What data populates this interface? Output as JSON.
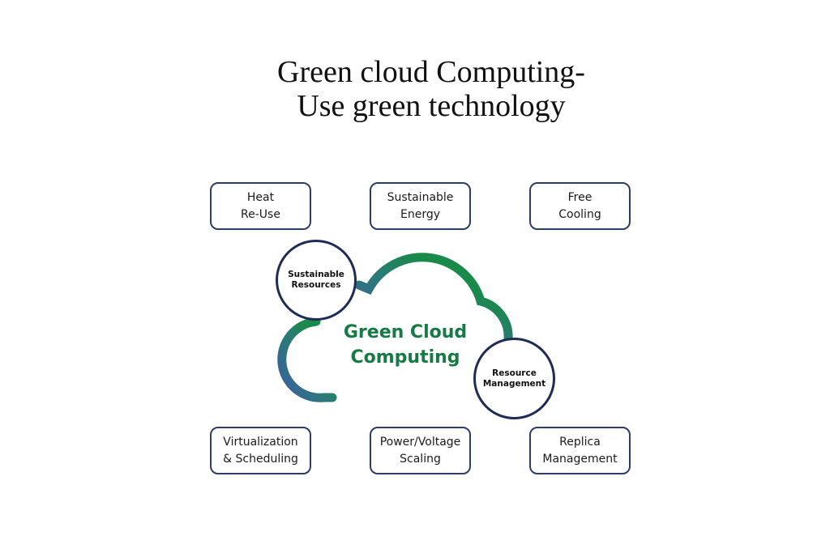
{
  "title": {
    "line1": "Green cloud Computing-",
    "line2": "Use green technology"
  },
  "top_boxes": [
    {
      "line1": "Heat",
      "line2": "Re-Use"
    },
    {
      "line1": "Sustainable",
      "line2": "Energy"
    },
    {
      "line1": "Free",
      "line2": "Cooling"
    }
  ],
  "bottom_boxes": [
    {
      "line1": "Virtualization",
      "line2": "& Scheduling"
    },
    {
      "line1": "Power/Voltage",
      "line2": "Scaling"
    },
    {
      "line1": "Replica",
      "line2": "Management"
    }
  ],
  "cloud": {
    "line1": "Green Cloud",
    "line2": "Computing",
    "colors": {
      "green": "#1a8a4a",
      "blue": "#3a5a9a",
      "text": "#157a44"
    }
  },
  "circles": [
    {
      "line1": "Sustainable",
      "line2": "Resources"
    },
    {
      "line1": "Resource",
      "line2": "Management"
    }
  ]
}
